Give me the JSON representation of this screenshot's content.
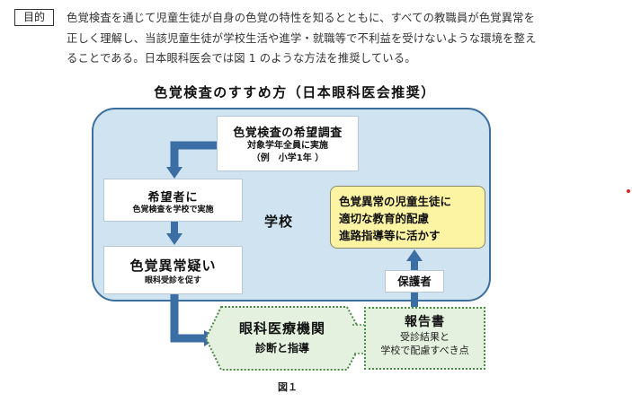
{
  "purpose": {
    "label": "目的",
    "lines": [
      "色覚検査を通じて児童生徒が自身の色覚の特性を知るとともに、すべての教職員が色覚異常を",
      "正しく理解し、当該児童生徒が学校生活や進学・就職等で不利益を受けないような環境を整え",
      "ることである。日本眼科医会では図 1 のような方法を推奨している。"
    ]
  },
  "diagram": {
    "title": "色覚検査のすすめ方（日本眼科医会推奨）",
    "school_label": "学校",
    "survey": {
      "title": "色覚検査の希望調査",
      "sub1": "対象学年全員に実施",
      "sub2": "（例　小学1年 ）"
    },
    "applicant": {
      "title": "希望者に",
      "sub": "色覚検査を学校で実施"
    },
    "suspect": {
      "title": "色覚異常疑い",
      "sub": "眼科受診を促す"
    },
    "support": {
      "lines": [
        "色覚異常の児童生徒に",
        "適切な教育的配慮",
        "進路指導等に活かす"
      ]
    },
    "guardian": "保護者",
    "clinic": {
      "title": "眼科医療機関",
      "sub": "診断と指導"
    },
    "report": {
      "title": "報告書",
      "sub1": "受診結果と",
      "sub2": "学校で配慮すべき点"
    },
    "caption": "図１"
  },
  "colors": {
    "school_fill": "#cfe3f1",
    "school_border": "#3d6f9e",
    "arrow": "#3a6ea5",
    "support_fill": "#fcf4a3",
    "green_fill": "#e4f1de",
    "green_border": "#4b8a45"
  }
}
